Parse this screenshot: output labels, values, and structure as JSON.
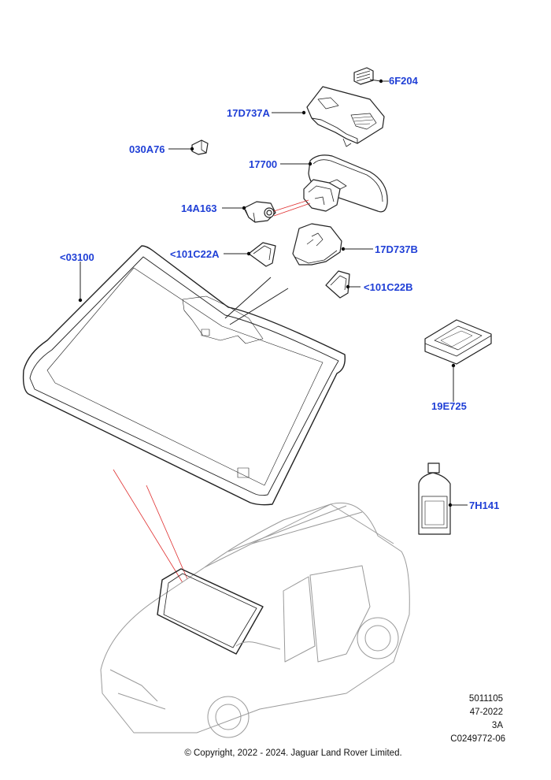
{
  "parts": {
    "p6F204": "6F204",
    "p17D737A": "17D737A",
    "p030A76": "030A76",
    "p17700": "17700",
    "p14A163": "14A163",
    "p03100": "<03100",
    "p101C22A": "<101C22A",
    "p17D737B": "17D737B",
    "p101C22B": "<101C22B",
    "p19E725": "19E725",
    "p7H141": "7H141"
  },
  "meta": {
    "number": "5011105",
    "date": "47-2022",
    "revision": "3A",
    "code": "C0249772-06"
  },
  "copyright": "© Copyright, 2022 - 2024. Jaguar Land Rover Limited.",
  "colors": {
    "label": "#1f3fd6",
    "line": "#000000",
    "callout_red": "#e03030"
  }
}
